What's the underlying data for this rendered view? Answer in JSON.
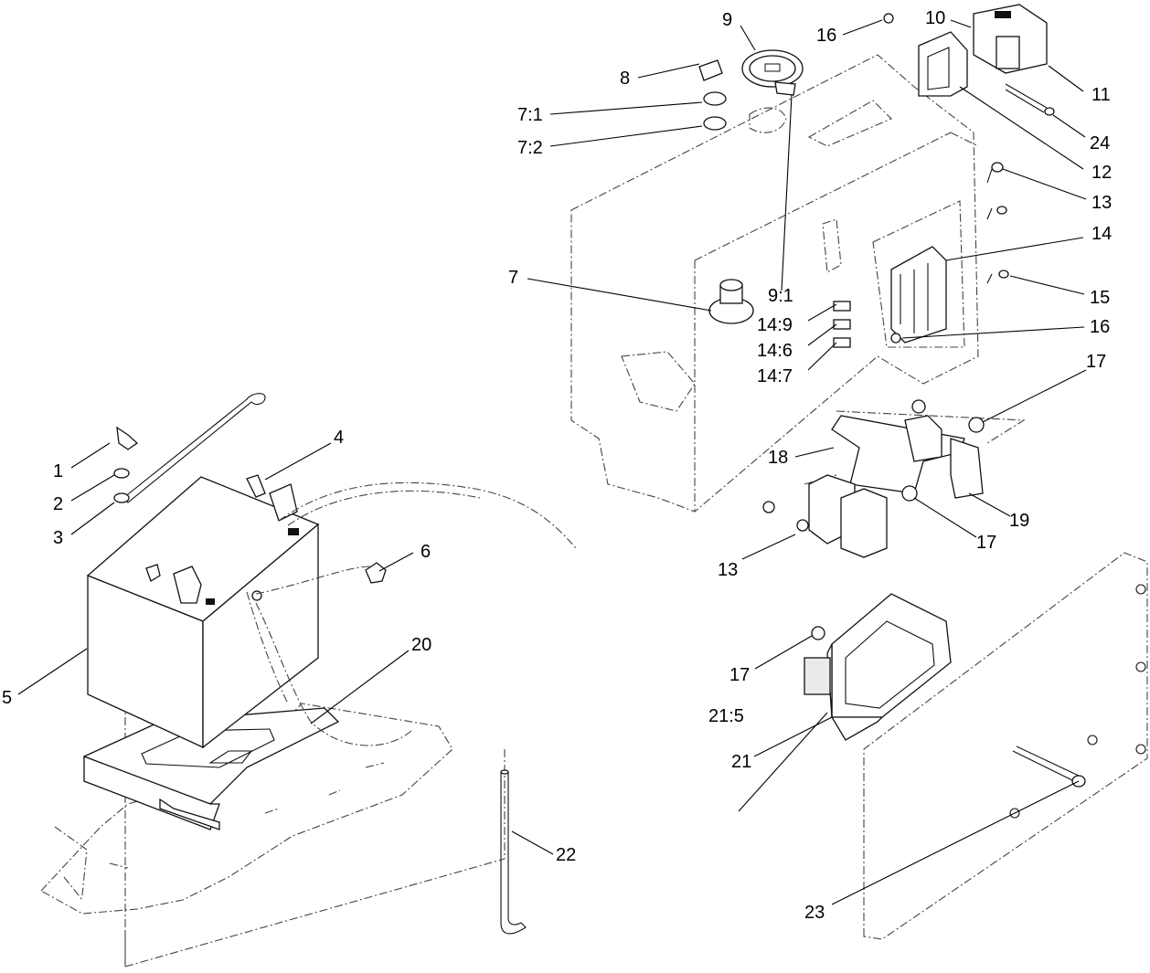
{
  "callouts": [
    {
      "id": "c1",
      "label": "1"
    },
    {
      "id": "c2",
      "label": "2"
    },
    {
      "id": "c3",
      "label": "3"
    },
    {
      "id": "c4",
      "label": "4"
    },
    {
      "id": "c5",
      "label": "5"
    },
    {
      "id": "c6",
      "label": "6"
    },
    {
      "id": "c7",
      "label": "7"
    },
    {
      "id": "c7_1",
      "label": "7:1"
    },
    {
      "id": "c7_2",
      "label": "7:2"
    },
    {
      "id": "c8",
      "label": "8"
    },
    {
      "id": "c9",
      "label": "9"
    },
    {
      "id": "c9_1",
      "label": "9:1"
    },
    {
      "id": "c10",
      "label": "10"
    },
    {
      "id": "c11",
      "label": "11"
    },
    {
      "id": "c12",
      "label": "12"
    },
    {
      "id": "c13a",
      "label": "13"
    },
    {
      "id": "c13b",
      "label": "13"
    },
    {
      "id": "c14",
      "label": "14"
    },
    {
      "id": "c14_9",
      "label": "14:9"
    },
    {
      "id": "c14_6",
      "label": "14:6"
    },
    {
      "id": "c14_7",
      "label": "14:7"
    },
    {
      "id": "c15",
      "label": "15"
    },
    {
      "id": "c16a",
      "label": "16"
    },
    {
      "id": "c16b",
      "label": "16"
    },
    {
      "id": "c17a",
      "label": "17"
    },
    {
      "id": "c17b",
      "label": "17"
    },
    {
      "id": "c17c",
      "label": "17"
    },
    {
      "id": "c18",
      "label": "18"
    },
    {
      "id": "c19",
      "label": "19"
    },
    {
      "id": "c20",
      "label": "20"
    },
    {
      "id": "c21",
      "label": "21"
    },
    {
      "id": "c21_5",
      "label": "21:5"
    },
    {
      "id": "c22",
      "label": "22"
    },
    {
      "id": "c23",
      "label": "23"
    },
    {
      "id": "c24",
      "label": "24"
    }
  ]
}
